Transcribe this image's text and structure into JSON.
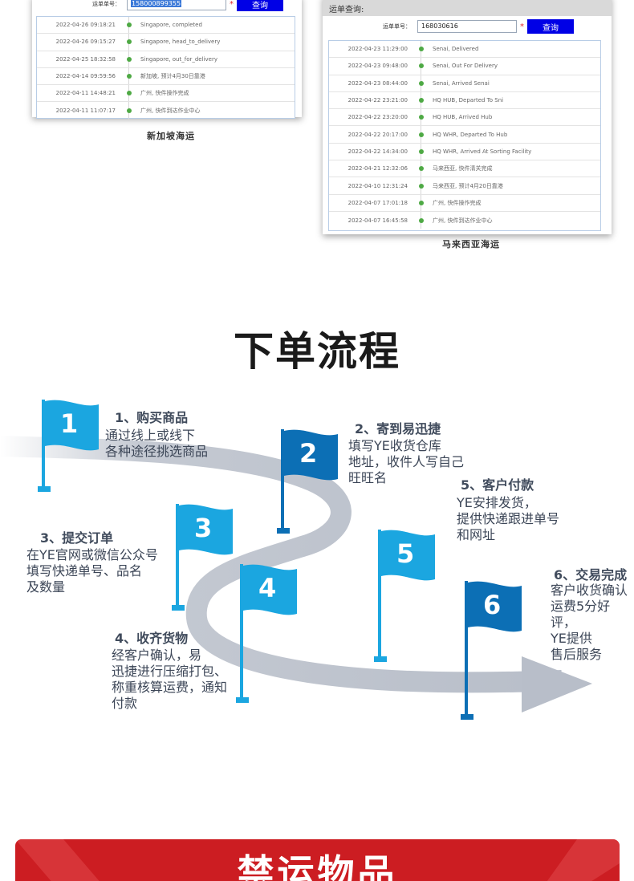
{
  "singapore_panel": {
    "query_label": "运单单号：",
    "tracking_number": "158000899355",
    "required_mark": "*",
    "query_button": "查询",
    "caption": "新加坡海运",
    "events": [
      {
        "date": "2022-04-26 09:18:21",
        "status": "Singapore, completed"
      },
      {
        "date": "2022-04-26 09:15:27",
        "status": "Singapore, head_to_delivery"
      },
      {
        "date": "2022-04-25 18:32:58",
        "status": "Singapore, out_for_delivery"
      },
      {
        "date": "2022-04-14 09:59:56",
        "status": "新加坡, 预计4月30日靠港"
      },
      {
        "date": "2022-04-11 14:48:21",
        "status": "广州, 快件操作完成"
      },
      {
        "date": "2022-04-11 11:07:17",
        "status": "广州, 快件到达作业中心"
      }
    ]
  },
  "malaysia_panel": {
    "header": "运单查询:",
    "query_label": "运单单号：",
    "tracking_number": "168030616",
    "required_mark": "*",
    "query_button": "查询",
    "caption": "马来西亚海运",
    "events": [
      {
        "date": "2022-04-23 11:29:00",
        "status": "Senai, Delivered"
      },
      {
        "date": "2022-04-23 09:48:00",
        "status": "Senai, Out For Delivery"
      },
      {
        "date": "2022-04-23 08:44:00",
        "status": "Senai, Arrived Senai"
      },
      {
        "date": "2022-04-22 23:21:00",
        "status": "HQ HUB, Departed To Sni"
      },
      {
        "date": "2022-04-22 23:20:00",
        "status": "HQ HUB, Arrived Hub"
      },
      {
        "date": "2022-04-22 20:17:00",
        "status": "HQ WHR, Departed To Hub"
      },
      {
        "date": "2022-04-22 14:34:00",
        "status": "HQ WHR, Arrived At Sorting Facility"
      },
      {
        "date": "2022-04-21 12:32:06",
        "status": "马来西亚, 快件清关完成"
      },
      {
        "date": "2022-04-10 12:31:24",
        "status": "马来西亚, 预计4月20日靠港"
      },
      {
        "date": "2022-04-07 17:01:18",
        "status": "广州, 快件操作完成"
      },
      {
        "date": "2022-04-07 16:45:58",
        "status": "广州, 快件到达作业中心"
      }
    ]
  },
  "process": {
    "title": "下单流程",
    "colors": {
      "light_flag": "#1ba6e0",
      "dark_flag": "#0c6fb5",
      "road": "#c4c9d2"
    },
    "steps": [
      {
        "number": "1",
        "title": "1、购买商品",
        "desc": "通过线上或线下\n各种途径挑选商品"
      },
      {
        "number": "2",
        "title": "2、寄到易迅捷",
        "desc": "填写YE收货仓库\n地址，收件人写自己\n旺旺名"
      },
      {
        "number": "3",
        "title": "3、提交订单",
        "desc": "在YE官网或微信公众号\n填写快递单号、品名\n及数量"
      },
      {
        "number": "4",
        "title": "4、收齐货物",
        "desc": "经客户确认，易\n迅捷进行压缩打包、\n称重核算运费，通知\n付款"
      },
      {
        "number": "5",
        "title": "5、客户付款",
        "desc": "YE安排发货，\n提供快递跟进单号\n和网址"
      },
      {
        "number": "6",
        "title": "6、交易完成",
        "desc": "客户收货确认\n运费5分好评，\nYE提供\n售后服务"
      }
    ]
  },
  "banner": {
    "title": "禁运物品",
    "color": "#cc1d22"
  }
}
